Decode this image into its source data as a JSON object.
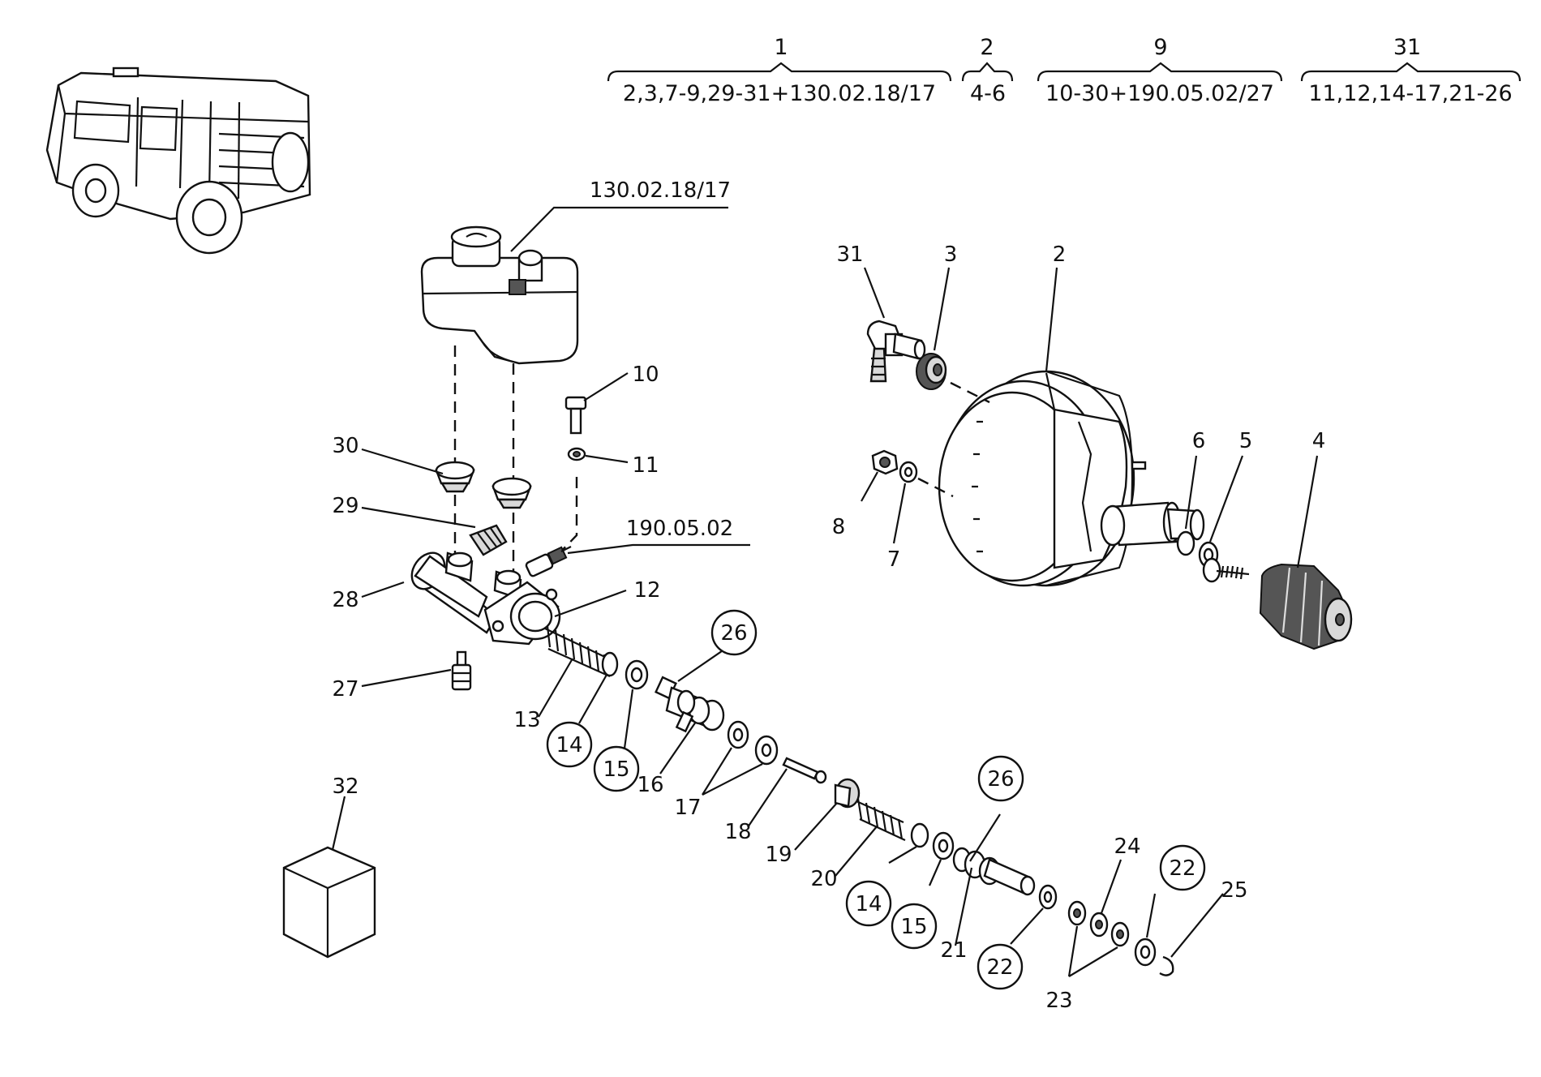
{
  "header_groups": [
    {
      "number": "1",
      "range": "2,3,7-9,29-31+130.02.18/17"
    },
    {
      "number": "2",
      "range": "4-6"
    },
    {
      "number": "9",
      "range": "10-30+190.05.02/27"
    },
    {
      "number": "31",
      "range": "11,12,14-17,21-26"
    }
  ],
  "reference_labels": {
    "reservoir_ref": "130.02.18/17",
    "switch_ref": "190.05.02"
  },
  "callouts": {
    "c31": "31",
    "c3": "3",
    "c2": "2",
    "c6": "6",
    "c5": "5",
    "c4": "4",
    "c8": "8",
    "c7": "7",
    "c10": "10",
    "c11": "11",
    "c30": "30",
    "c29": "29",
    "c28": "28",
    "c12": "12",
    "c27": "27",
    "c13": "13",
    "c16": "16",
    "c17": "17",
    "c18": "18",
    "c19": "19",
    "c20": "20",
    "c21": "21",
    "c23": "23",
    "c24": "24",
    "c25": "25",
    "c32": "32"
  },
  "circled_callouts": {
    "k26a": "26",
    "k14a": "14",
    "k15a": "15",
    "k26b": "26",
    "k14b": "14",
    "k15b": "15",
    "k22a": "22",
    "k22b": "22"
  }
}
